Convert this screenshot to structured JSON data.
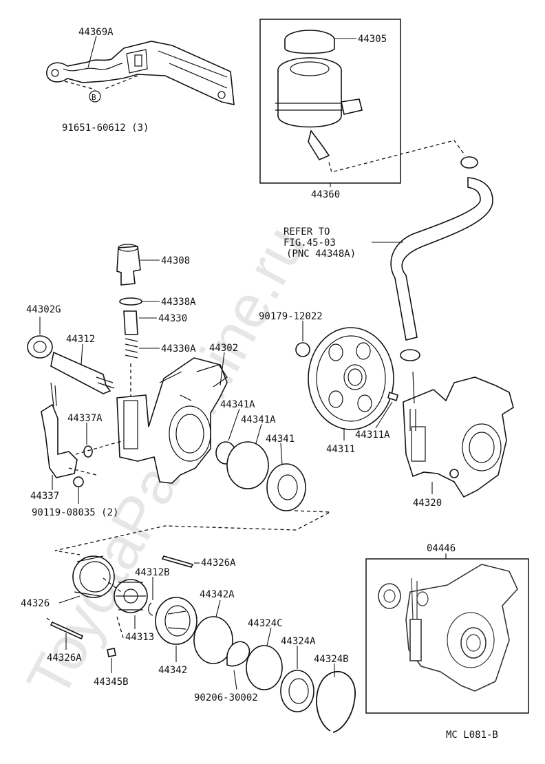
{
  "watermark": "ToyotaPartsMine.ru",
  "callouts": {
    "p44369A": "44369A",
    "p91651": "91651-60612 (3)",
    "p44305": "44305",
    "p44360": "44360",
    "refer1": "REFER TO",
    "refer2": "FIG.45-03",
    "refer3": "(PNC 44348A)",
    "p44308": "44308",
    "p44338A": "44338A",
    "p44330": "44330",
    "p44330A": "44330A",
    "p44302G": "44302G",
    "p44312": "44312",
    "p44302": "44302",
    "p90179": "90179-12022",
    "p44337A": "44337A",
    "p44341A_1": "44341A",
    "p44341A_2": "44341A",
    "p44341": "44341",
    "p44311A": "44311A",
    "p44311": "44311",
    "p44320": "44320",
    "p44337": "44337",
    "p90119": "90119-08035 (2)",
    "p44326A_1": "44326A",
    "p44312B": "44312B",
    "p04446": "04446",
    "p44326": "44326",
    "p44342A": "44342A",
    "p44313": "44313",
    "p44324C": "44324C",
    "p44324A": "44324A",
    "p44326A_2": "44326A",
    "p44342": "44342",
    "p44324B": "44324B",
    "p44345B": "44345B",
    "p90206": "90206-30002",
    "code": "MC  L081-B"
  },
  "markers": {
    "bolt_marker": "B"
  }
}
